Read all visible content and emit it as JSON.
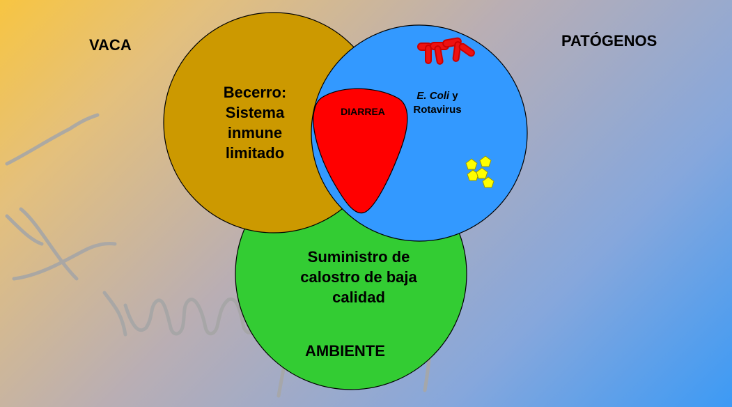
{
  "corners": {
    "cow": "VACA",
    "pathogens": "PATÓGENOS",
    "environment": "AMBIENTE"
  },
  "circles": {
    "calf": [
      "Becerro:",
      "Sistema",
      "inmune",
      "limitado"
    ],
    "colostrum": [
      "Suministro de",
      "calostro de baja",
      "calidad"
    ],
    "pathogen_italic": "E. Coli",
    "pathogen_rest": " y",
    "pathogen_line2": "Rotavirus"
  },
  "center": {
    "label": "DIARREA"
  },
  "colors": {
    "calf_circle": "#cc9900",
    "pathogen_circle": "#3399ff",
    "environment_circle": "#33cc33",
    "diarrhea": "#ff0000",
    "virus": "#ffff00",
    "cow_sketch": "#a6a6a6"
  },
  "icons": [
    "bacteria-icon",
    "rotavirus-icon",
    "cow-sketch"
  ]
}
